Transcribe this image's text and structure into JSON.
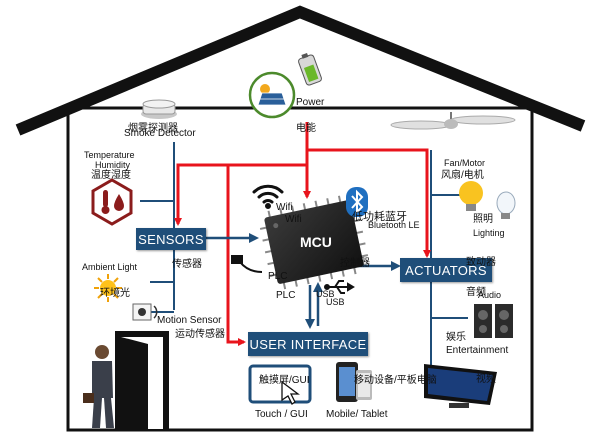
{
  "power": {
    "label_en": "Power",
    "label_cn": "电能"
  },
  "sensors": {
    "box_label": "SENSORS",
    "box_label_cn": "传感器",
    "smoke_en": "Smoke Detector",
    "smoke_cn": "烟雾探测器",
    "temp_en_line1": "Temperature",
    "temp_en_line2": "Humidity",
    "temp_cn": "温度湿度",
    "ambient_en": "Ambient Light",
    "ambient_cn": "环境光",
    "motion_en": "Motion Sensor",
    "motion_cn": "运动传感器"
  },
  "mcu": {
    "chip_label": "MCU",
    "wifi_en": "Wifi",
    "wifi_cn": "Wifi",
    "ble_cn": "低功耗蓝牙",
    "ble_en": "Bluetooth LE",
    "plc_en": "PLC",
    "plc_cn": "PLC",
    "usb_en": "USB",
    "usb_cn": "USB",
    "controller_cn": "控制器"
  },
  "actuators": {
    "box_label": "ACTUATORS",
    "box_label_cn": "致动器",
    "fan_en": "Fan/Motor",
    "fan_cn": "风扇/电机",
    "lighting_cn": "照明",
    "lighting_en": "Lighting",
    "audio_cn": "音频",
    "audio_en": "Audio",
    "ent_cn": "娱乐",
    "ent_en": "Entertainment",
    "video_cn": "视频"
  },
  "ui": {
    "box_label": "USER INTERFACE",
    "touch_cn": "触摸屏/GUI",
    "touch_en": "Touch  / GUI",
    "mobile_cn": "移动设备/平板电脑",
    "mobile_en": "Mobile/ Tablet"
  },
  "colors": {
    "box_fill": "#1f4e79",
    "power_line": "#e8141c",
    "bus_line": "#1f4e79",
    "roof": "#111111"
  }
}
